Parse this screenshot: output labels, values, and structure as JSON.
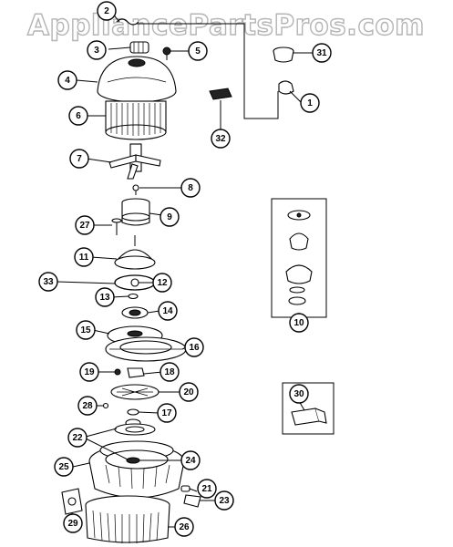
{
  "watermark": "AppliancePartsPros.com",
  "callouts": [
    {
      "id": "c1",
      "label": "1"
    },
    {
      "id": "c2",
      "label": "2"
    },
    {
      "id": "c3",
      "label": "3"
    },
    {
      "id": "c4",
      "label": "4"
    },
    {
      "id": "c5",
      "label": "5"
    },
    {
      "id": "c6",
      "label": "6"
    },
    {
      "id": "c7",
      "label": "7"
    },
    {
      "id": "c8",
      "label": "8"
    },
    {
      "id": "c9",
      "label": "9"
    },
    {
      "id": "c10",
      "label": "10"
    },
    {
      "id": "c11",
      "label": "11"
    },
    {
      "id": "c12",
      "label": "12"
    },
    {
      "id": "c13",
      "label": "13"
    },
    {
      "id": "c14",
      "label": "14"
    },
    {
      "id": "c15",
      "label": "15"
    },
    {
      "id": "c16",
      "label": "16"
    },
    {
      "id": "c17",
      "label": "17"
    },
    {
      "id": "c18",
      "label": "18"
    },
    {
      "id": "c19",
      "label": "19"
    },
    {
      "id": "c20",
      "label": "20"
    },
    {
      "id": "c21",
      "label": "21"
    },
    {
      "id": "c22",
      "label": "22"
    },
    {
      "id": "c23",
      "label": "23"
    },
    {
      "id": "c24",
      "label": "24"
    },
    {
      "id": "c25",
      "label": "25"
    },
    {
      "id": "c26",
      "label": "26"
    },
    {
      "id": "c27",
      "label": "27"
    },
    {
      "id": "c28",
      "label": "28"
    },
    {
      "id": "c29",
      "label": "29"
    },
    {
      "id": "c30",
      "label": "30"
    },
    {
      "id": "c31",
      "label": "31"
    },
    {
      "id": "c32",
      "label": "32"
    },
    {
      "id": "c33",
      "label": "33"
    }
  ]
}
